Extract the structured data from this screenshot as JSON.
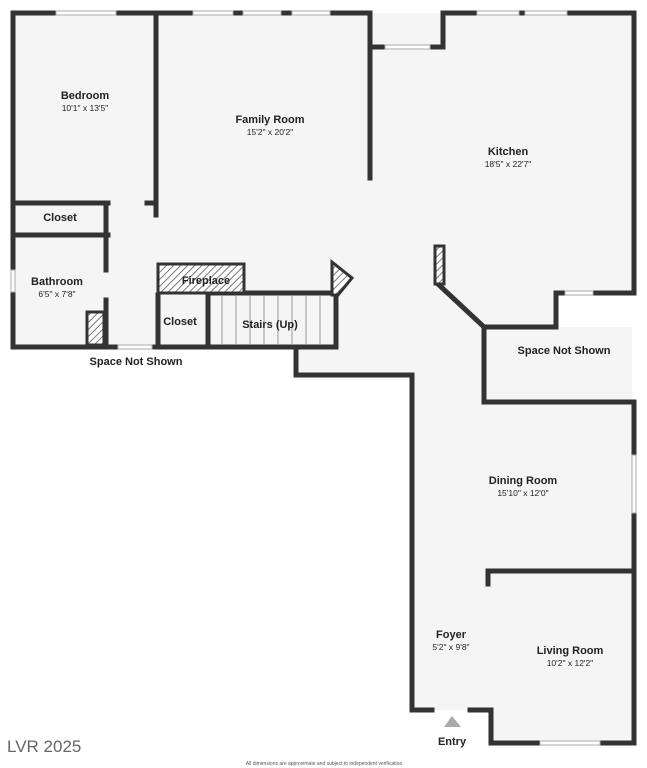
{
  "rooms": {
    "bedroom": {
      "name": "Bedroom",
      "dim": "10'1\" x 13'5\""
    },
    "family_room": {
      "name": "Family Room",
      "dim": "15'2\" x 20'2\""
    },
    "kitchen": {
      "name": "Kitchen",
      "dim": "18'5\" x 22'7\""
    },
    "bathroom": {
      "name": "Bathroom",
      "dim": "6'5\" x 7'8\""
    },
    "dining_room": {
      "name": "Dining Room",
      "dim": "15'10\" x 12'0\""
    },
    "foyer": {
      "name": "Foyer",
      "dim": "5'2\" x 9'8\""
    },
    "living_room": {
      "name": "Living Room",
      "dim": "10'2\" x 12'2\""
    }
  },
  "labels": {
    "closet_upper": "Closet",
    "closet_lower": "Closet",
    "fireplace": "Fireplace",
    "stairs": "Stairs (Up)",
    "space_left": "Space Not Shown",
    "space_right": "Space Not Shown",
    "entry": "Entry"
  },
  "footer": {
    "disclaimer": "All dimensions are approximate and subject to independent verification",
    "watermark": "LVR 2025"
  },
  "colors": {
    "wall": "#333333",
    "floor": "#f5f5f5",
    "hatch": "#555555",
    "entry_marker": "#aaaaaa"
  }
}
